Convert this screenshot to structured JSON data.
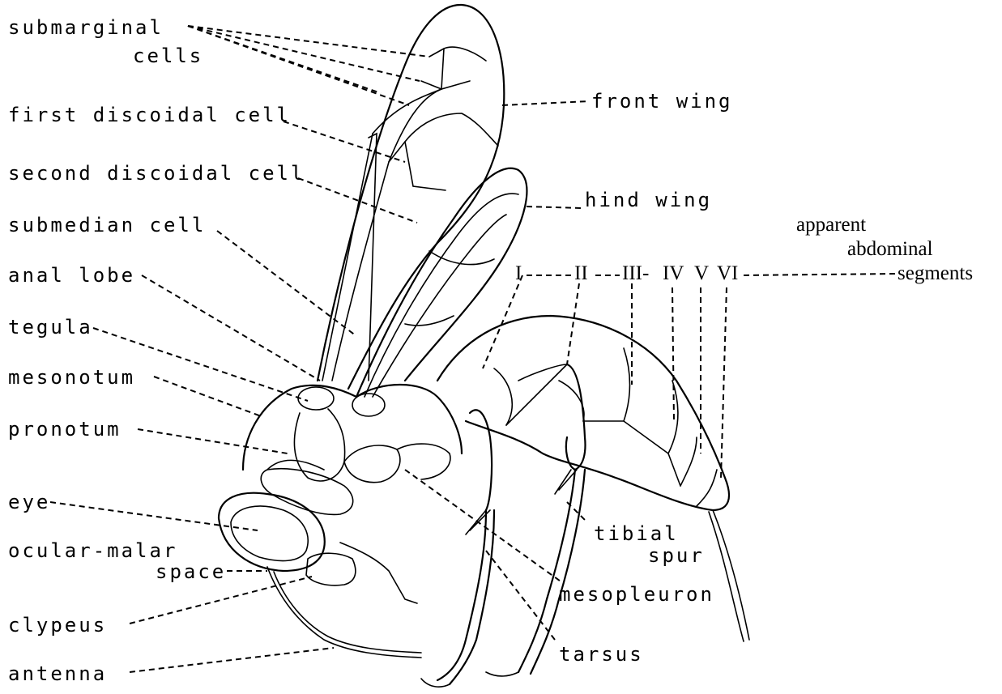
{
  "labels": {
    "submarginal": "submarginal",
    "cells": "cells",
    "first_discoidal": "first discoidal cell",
    "second_discoidal": "second discoidal cell",
    "submedian": "submedian cell",
    "anal_lobe": "anal lobe",
    "tegula": "tegula",
    "mesonotum": "mesonotum",
    "pronotum": "pronotum",
    "eye": "eye",
    "ocular_malar": "ocular-malar",
    "space": "space",
    "clypeus": "clypeus",
    "antenna": "antenna",
    "front_wing": "front wing",
    "hind_wing": "hind wing",
    "apparent": "apparent",
    "abdominal": "abdominal",
    "segments": "segments",
    "seg_I": "I",
    "seg_II": "II",
    "seg_III": "III-",
    "seg_IV": "IV",
    "seg_V": "V",
    "seg_VI": "VI",
    "tibial": "tibial",
    "spur": "spur",
    "mesopleuron": "mesopleuron",
    "tarsus": "tarsus"
  }
}
